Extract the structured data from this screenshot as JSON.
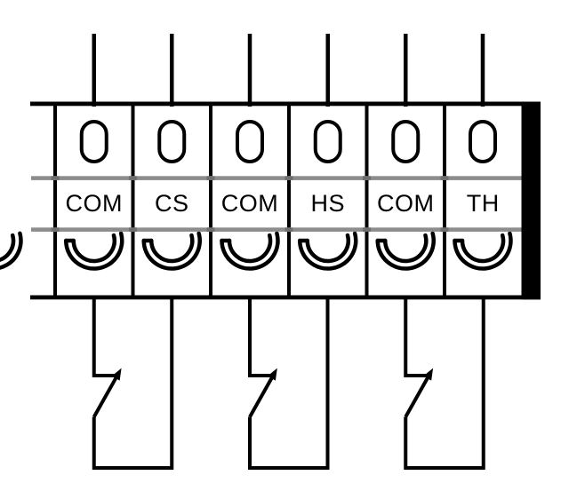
{
  "diagram": {
    "kind": "terminal-block-wiring",
    "colors": {
      "line": "#000000",
      "separator_rail": "#8c8c8c",
      "separator_crossing": "#6e6e6e",
      "end_cap": "#000000",
      "background": "#ffffff"
    },
    "icons": [
      "entry-hole-icon",
      "screw-terminal-icon",
      "switch-contact-icon",
      "wire-arrow-icon"
    ]
  },
  "terminals": [
    {
      "label": "COM"
    },
    {
      "label": "CS"
    },
    {
      "label": "COM"
    },
    {
      "label": "HS"
    },
    {
      "label": "COM"
    },
    {
      "label": "TH"
    }
  ],
  "connections": [
    {
      "from_terminal": "COM",
      "to_terminal": "CS",
      "element": "switch-contact"
    },
    {
      "from_terminal": "COM",
      "to_terminal": "HS",
      "element": "switch-contact"
    },
    {
      "from_terminal": "COM",
      "to_terminal": "TH",
      "element": "switch-contact"
    }
  ]
}
